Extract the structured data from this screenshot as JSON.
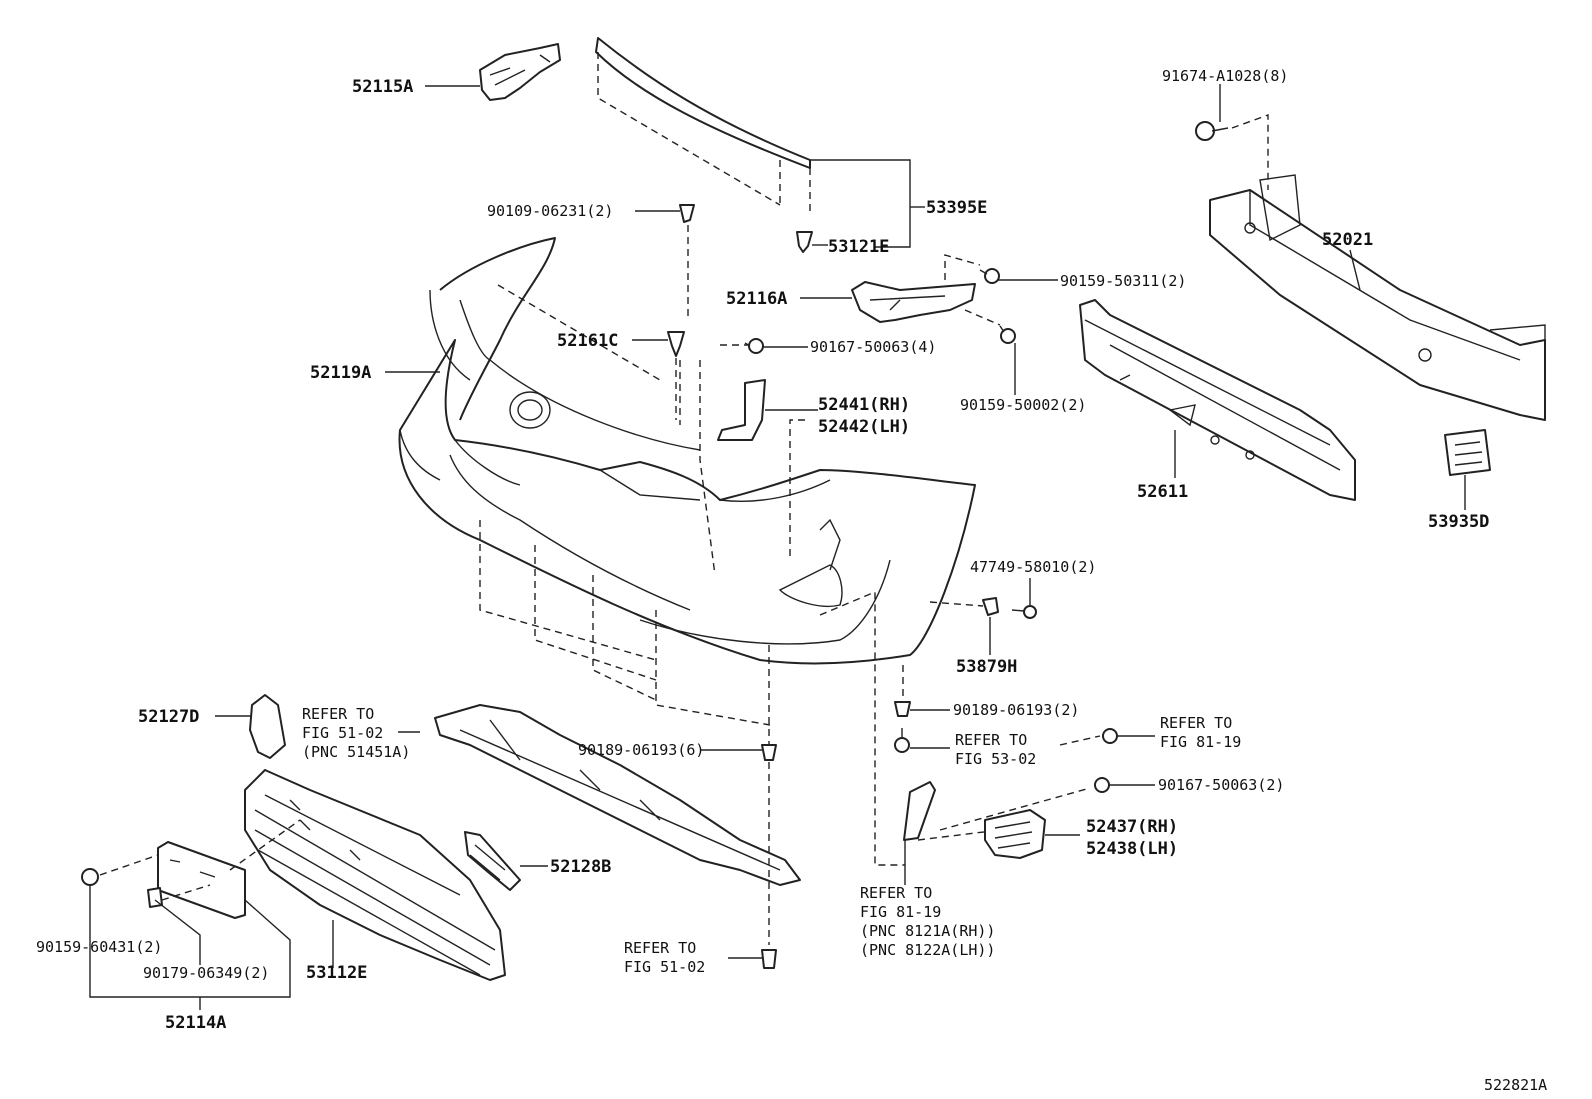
{
  "diagram_id": "522821A",
  "labels": {
    "p52115A": "52115A",
    "p53395E": "53395E",
    "p53121E": "53121E",
    "p90109": "90109-06231(2)",
    "p52161C": "52161C",
    "p52119A": "52119A",
    "p52116A": "52116A",
    "p90159_50311": "90159-50311(2)",
    "p90167_50063_4": "90167-50063(4)",
    "p52441": "52441(RH)",
    "p52442": "52442(LH)",
    "p90159_50002": "90159-50002(2)",
    "p91674": "91674-A1028(8)",
    "p52021": "52021",
    "p52611": "52611",
    "p53935D": "53935D",
    "p47749": "47749-58010(2)",
    "p53879H": "53879H",
    "p90189_2": "90189-06193(2)",
    "p52127D": "52127D",
    "ref51_a_1": "REFER TO",
    "ref51_a_2": "FIG 51-02",
    "ref51_a_3": "(PNC 51451A)",
    "p90189_6": "90189-06193(6)",
    "ref53_1": "REFER TO",
    "ref53_2": "FIG 53-02",
    "ref81_a_1": "REFER TO",
    "ref81_a_2": "FIG 81-19",
    "p90167_50063_2": "90167-50063(2)",
    "p52437": "52437(RH)",
    "p52438": "52438(LH)",
    "p52128B": "52128B",
    "p90159_60431": "90159-60431(2)",
    "p90179": "90179-06349(2)",
    "p53112E": "53112E",
    "p52114A": "52114A",
    "ref51_b_1": "REFER TO",
    "ref51_b_2": "FIG 51-02",
    "ref81_b_1": "REFER TO",
    "ref81_b_2": "FIG 81-19",
    "ref81_b_3": "(PNC 8121A(RH))",
    "ref81_b_4": "(PNC 8122A(LH))"
  }
}
